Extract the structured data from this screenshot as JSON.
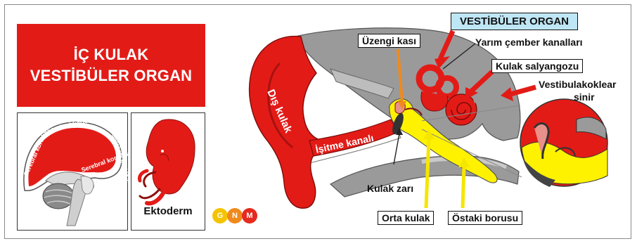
{
  "title": {
    "line1": "İÇ KULAK",
    "line2": "VESTİBÜLER ORGAN"
  },
  "thumbnails": {
    "brain_labels": [
      "Serebral korteks",
      "Serebral korteks",
      "Serebral korteks",
      "Serebral korteks"
    ],
    "embryo_caption": "Ektoderm"
  },
  "logo": {
    "letters": [
      "G",
      "N",
      "M"
    ],
    "colors": [
      "#f5c400",
      "#f08a1c",
      "#e52a1f"
    ]
  },
  "labels": {
    "vestibuler_organ": "VESTİBÜLER ORGAN",
    "uzengi_kasi": "Üzengi kası",
    "yarim_cember": "Yarım çember kanalları",
    "kulak_salyangozu": "Kulak salyangozu",
    "vestibulakoklear_1": "Vestibulakoklear",
    "vestibulakoklear_2": "sinir",
    "dis_kulak": "Dış kulak",
    "isitme_kanali": "İşitme kanalı",
    "kulak_zari": "Kulak zarı",
    "orta_kulak": "Orta kulak",
    "ostaki_borusu": "Östaki borusu"
  },
  "colors": {
    "red": "#e31b17",
    "yellow": "#fff200",
    "gray": "#9a9a9a",
    "light_blue": "#bfe6f5"
  }
}
